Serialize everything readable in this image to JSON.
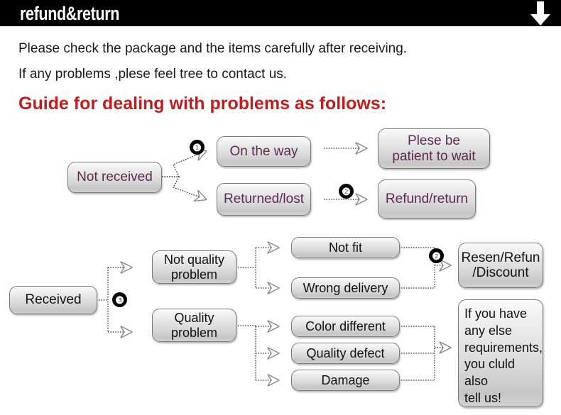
{
  "header": {
    "title": "refund&return",
    "arrow_icon": "arrow-down-icon"
  },
  "intro": {
    "line1": "Please check the package and the items carefully after receiving.",
    "line2": "If any problems ,plese feel tree to contact us.",
    "guide_heading": "Guide for dealing with problems as follows:"
  },
  "colors": {
    "header_bg": "#000000",
    "heading_red": "#c21d1d",
    "node_text_purple": "#5d2a52",
    "node_text_dark": "#111111",
    "node_border": "#7a7a7a"
  },
  "flow_not_received": {
    "start": "Not received",
    "branch_badge": "❶",
    "option_a": "On the way",
    "option_b": "Returned/lost",
    "result_badge": "❷",
    "result_a_line1": "Plese be",
    "result_a_line2": "patient to wait",
    "result_b": "Refund/return"
  },
  "flow_received": {
    "start": "Received",
    "branch_badge": "❸",
    "category_a_line1": "Not quality",
    "category_a_line2": "problem",
    "category_b_line1": "Quality",
    "category_b_line2": "problem",
    "reasons": [
      "Not fit",
      "Wrong delivery",
      "Color different",
      "Quality defect",
      "Damage"
    ],
    "result_badge": "❷",
    "result_a_line1": "Resen/Refun",
    "result_a_line2": "/Discount",
    "note_line1": "If you have",
    "note_line2": "any else",
    "note_line3": "requirements,",
    "note_line4": "you cluld also",
    "note_line5": "tell us!"
  }
}
